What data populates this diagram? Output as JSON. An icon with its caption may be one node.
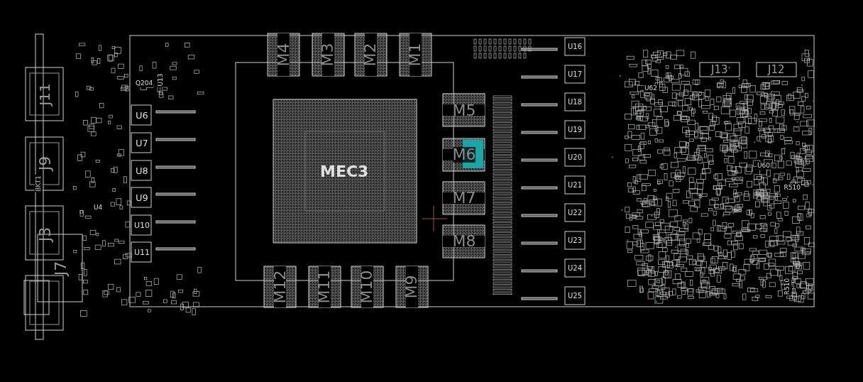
{
  "diagram": {
    "labels": [
      "J11",
      "Q204",
      "U13",
      "U6",
      "U7",
      "U8",
      "U9",
      "U10",
      "U11",
      "J9",
      "BKT1",
      "U4",
      "J3",
      "J7",
      "M4",
      "M3",
      "M2",
      "M1",
      "MEC3",
      "M5",
      "M6",
      "M7",
      "M8",
      "M12",
      "M11",
      "M10",
      "M9",
      "U16",
      "U17",
      "U18",
      "U19",
      "U20",
      "U21",
      "U22",
      "U23",
      "U24",
      "U25",
      "J13",
      "J12",
      "U62",
      "U60",
      "R510",
      "R510"
    ]
  }
}
